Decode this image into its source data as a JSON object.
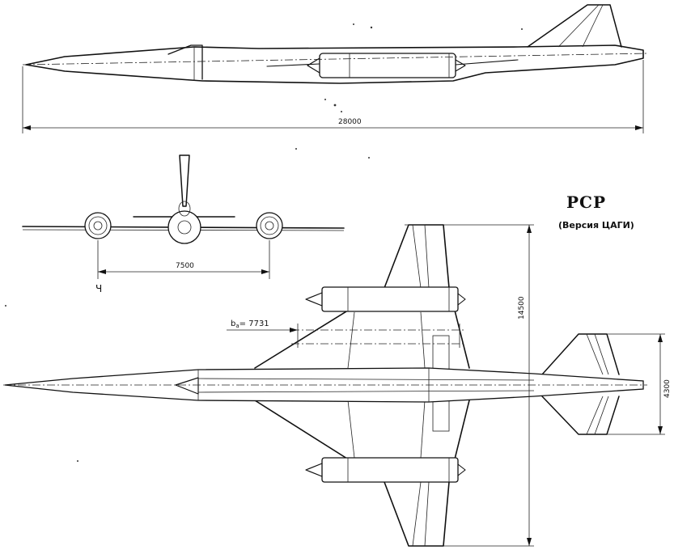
{
  "title": "РСР",
  "subtitle": "(Версия ЦАГИ)",
  "dimensions": {
    "length": "28000",
    "engine_spacing": "7500",
    "wingspan": "14500",
    "tail_span": "4300",
    "mac": "b",
    "mac_sub": "a",
    "mac_value": "= 7731"
  },
  "annotation": "Ч"
}
